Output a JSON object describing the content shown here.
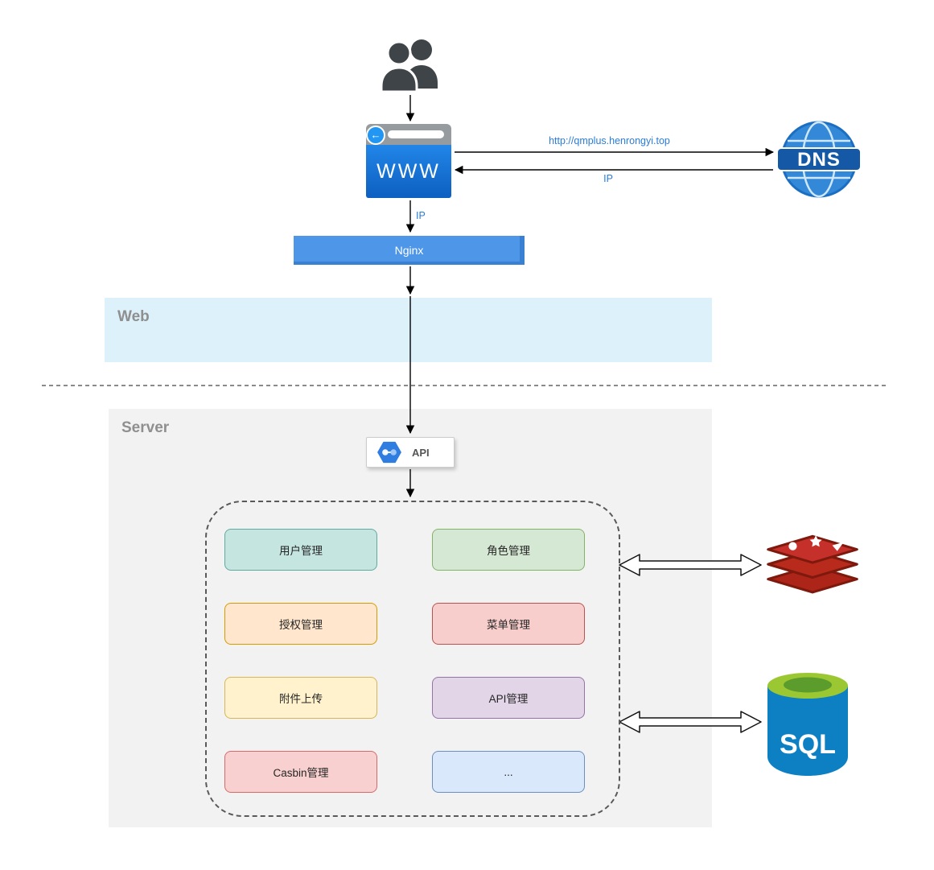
{
  "diagram": {
    "browser_label": "WWW",
    "dns_label": "DNS",
    "nginx_label": "Nginx",
    "web_section_label": "Web",
    "server_section_label": "Server",
    "api_label": "API",
    "sql_label": "SQL",
    "back_arrow_glyph": "←"
  },
  "edge_labels": {
    "dns_request": "http://qmplus.henrongyi.top",
    "dns_response": "IP",
    "browser_to_nginx": "IP"
  },
  "modules": [
    {
      "label": "用户管理",
      "bg": "#c5e5e1",
      "border": "#60aaa2"
    },
    {
      "label": "角色管理",
      "bg": "#d5e8d4",
      "border": "#82b366"
    },
    {
      "label": "授权管理",
      "bg": "#ffe6cc",
      "border": "#d79b00"
    },
    {
      "label": "菜单管理",
      "bg": "#f8cecc",
      "border": "#b85450"
    },
    {
      "label": "附件上传",
      "bg": "#fff2cc",
      "border": "#d6b656"
    },
    {
      "label": "API管理",
      "bg": "#e1d5e7",
      "border": "#9673a6"
    },
    {
      "label": "Casbin管理",
      "bg": "#f9d0d0",
      "border": "#d66a6a"
    },
    {
      "label": "...",
      "bg": "#dae8fc",
      "border": "#6c8ebf"
    }
  ],
  "icons": {
    "users": "users-icon",
    "browser": "browser-window-icon",
    "dns": "dns-globe-icon",
    "api": "api-hexagon-icon",
    "redis": "redis-stack-icon",
    "sql": "sql-database-cylinder-icon"
  },
  "colors": {
    "edge_label_blue": "#2b7cd9",
    "nginx_fill": "#4d96e8",
    "web_band": "#ddf1fb",
    "server_band": "#f2f2f2",
    "redis_red": "#b02a1c",
    "sql_blue": "#0d80c4",
    "sql_green": "#9bc832"
  }
}
